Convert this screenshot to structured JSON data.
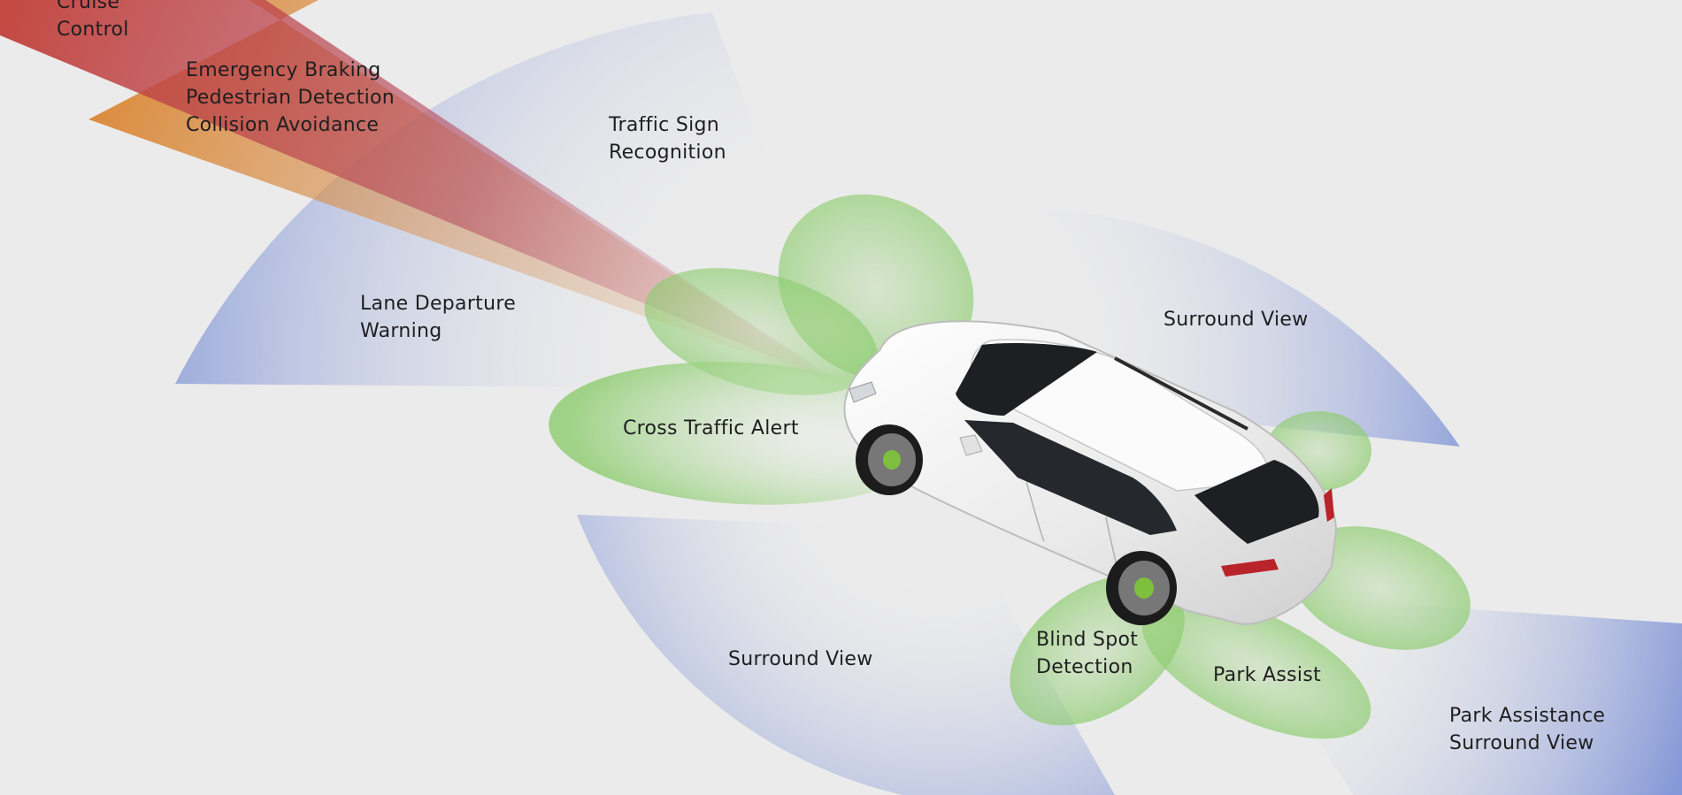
{
  "background_color": "#ebebeb",
  "zone_colors": {
    "radar": "#c2413a",
    "lidar": "#d9822b",
    "camera": "#7f93d6",
    "sensor": "#8ccc6e"
  },
  "labels": {
    "cruise_control": [
      "Cruise",
      "Control"
    ],
    "emergency_braking": [
      "Emergency Braking",
      "Pedestrian Detection",
      "Collision Avoidance"
    ],
    "traffic_sign": [
      "Traffic Sign",
      "Recognition"
    ],
    "lane_departure": [
      "Lane Departure",
      "Warning"
    ],
    "cross_traffic": [
      "Cross Traffic Alert"
    ],
    "surround_view_rear": [
      "Surround View"
    ],
    "surround_view_front": [
      "Surround View"
    ],
    "blind_spot": [
      "Blind Spot",
      "Detection"
    ],
    "park_assist": [
      "Park Assist"
    ],
    "park_assistance": [
      "Park Assistance",
      "Surround View"
    ]
  },
  "car": {
    "icon": "car-icon",
    "body_color": "#f2f2f2",
    "glass_color": "#1d1f22",
    "light_color": "#b9232a",
    "wheel_accent": "#7fbf3f"
  }
}
